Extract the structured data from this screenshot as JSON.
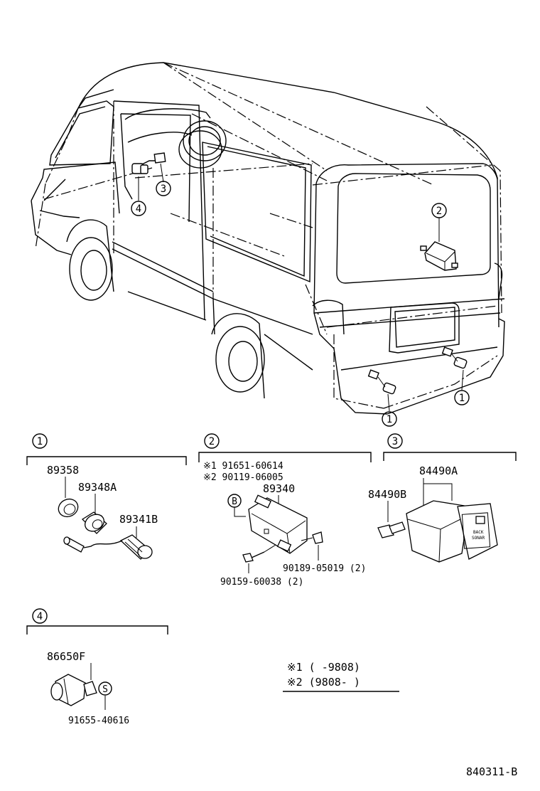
{
  "diagram": {
    "callouts": {
      "c1": "1",
      "c2": "2",
      "c3": "3",
      "c4": "4"
    },
    "group1": {
      "header": "1",
      "parts": [
        "89358",
        "89348A",
        "89341B"
      ]
    },
    "group2": {
      "header": "2",
      "notes": [
        "※1 91651-60614",
        "※2 90119-06005"
      ],
      "bolt_marker": "B",
      "parts": [
        "89340",
        "90189-05019 (2)",
        "90159-60038 (2)"
      ]
    },
    "group3": {
      "header": "3",
      "parts": [
        "84490A",
        "84490B"
      ],
      "switch_label_1": "BACK",
      "switch_label_2": "SONAR"
    },
    "group4": {
      "header": "4",
      "parts": [
        "86650F",
        "91655-40616"
      ],
      "screw_marker": "S"
    },
    "legend": {
      "line1": "※1 (      -9808)",
      "line2": "※2 (9808-      )"
    },
    "figure_id": "840311-B"
  }
}
